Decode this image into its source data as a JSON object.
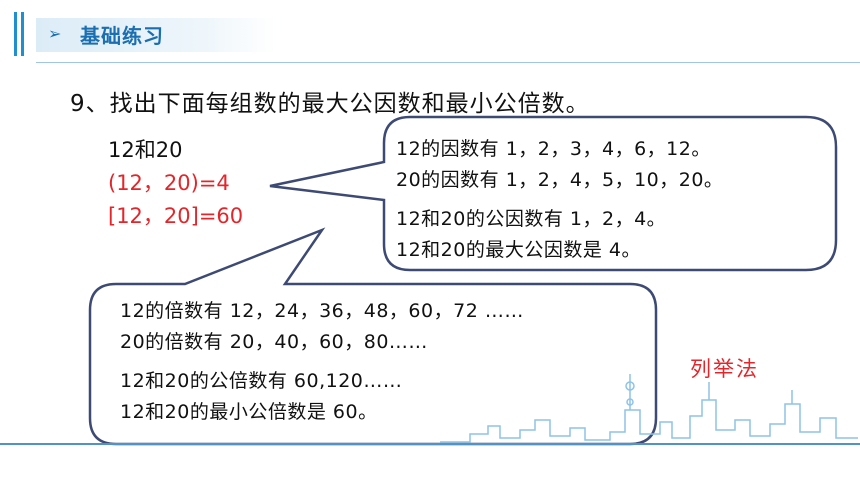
{
  "header": {
    "arrow_icon": "triangle-right-icon",
    "title": "基础练习",
    "accent_color": "#1b6fb0"
  },
  "question": "9、找出下面每组数的最大公因数和最小公倍数。",
  "left": {
    "pair": "12和20",
    "gcd_expr": "(12，20)=4",
    "lcm_expr": "[12，20]=60"
  },
  "factors_box": {
    "line1": "12的因数有 1，2，3，4，6，12。",
    "line2": "20的因数有 1，2，4，5，10，20。",
    "line3": "12和20的公因数有 1，2，4。",
    "line4": "12和20的最大公因数是 4。"
  },
  "multiples_box": {
    "line1": "12的倍数有 12，24，36，48，60，72 ……",
    "line2": "20的倍数有 20，40，60，80……",
    "line3": "12和20的公倍数有 60,120……",
    "line4": "12和20的最小公倍数是 60。"
  },
  "method_label": "列举法",
  "colors": {
    "red": "#e3262b",
    "box_border": "#3d4a74",
    "blue": "#1b6fb0"
  }
}
